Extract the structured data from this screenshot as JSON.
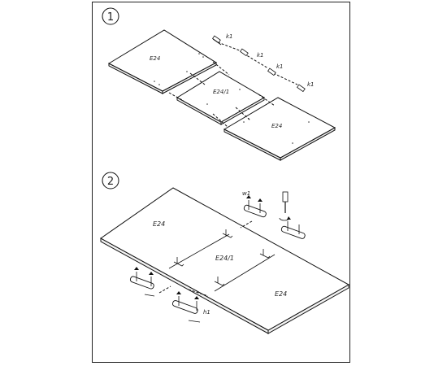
{
  "steps": [
    {
      "number": "1",
      "panels": {
        "left": "E24",
        "middle": "E24/1",
        "right": "E24"
      },
      "fasteners": [
        "k1",
        "k1",
        "k1",
        "k1"
      ]
    },
    {
      "number": "2",
      "panels": {
        "left": "E24",
        "middle": "E24/1",
        "right": "E24"
      },
      "callouts": {
        "top": "w1",
        "bottom": "h1"
      }
    }
  ]
}
